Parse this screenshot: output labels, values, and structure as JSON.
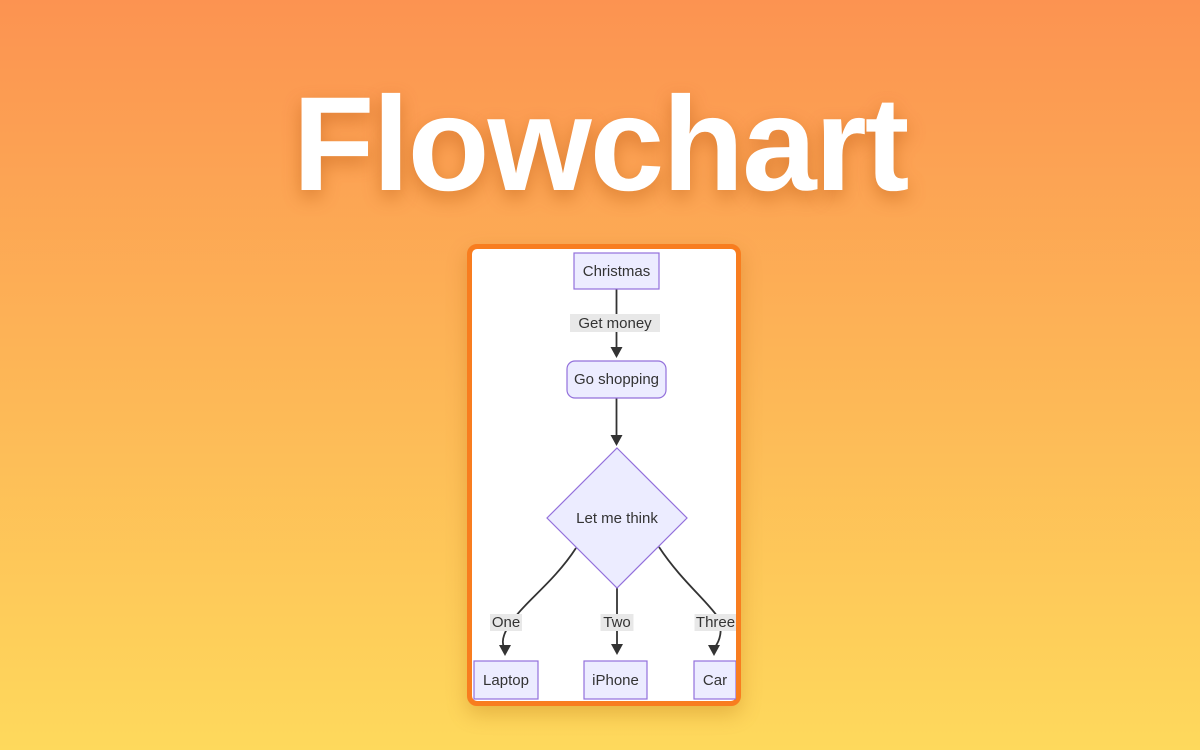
{
  "title": "Flowchart",
  "colors": {
    "bg_top": "#fc9351",
    "bg_bottom": "#fed95c",
    "title_color": "#ffffff",
    "card_bg": "#ffffff",
    "card_border": "#f87d1f",
    "node_fill": "#ececff",
    "node_border": "#9370db",
    "edge_color": "#333333",
    "edge_label_bg": "#e8e8e8",
    "text_color": "#333333"
  },
  "flowchart": {
    "type": "flowchart-top-down",
    "nodes": [
      {
        "id": "christmas",
        "label": "Christmas",
        "shape": "rectangle"
      },
      {
        "id": "go-shopping",
        "label": "Go shopping",
        "shape": "rounded-rectangle"
      },
      {
        "id": "let-me-think",
        "label": "Let me think",
        "shape": "diamond"
      },
      {
        "id": "laptop",
        "label": "Laptop",
        "shape": "rectangle"
      },
      {
        "id": "iphone",
        "label": "iPhone",
        "shape": "rectangle"
      },
      {
        "id": "car",
        "label": "Car",
        "shape": "rectangle"
      }
    ],
    "edges": [
      {
        "from": "christmas",
        "to": "go-shopping",
        "label": "Get money"
      },
      {
        "from": "go-shopping",
        "to": "let-me-think",
        "label": ""
      },
      {
        "from": "let-me-think",
        "to": "laptop",
        "label": "One"
      },
      {
        "from": "let-me-think",
        "to": "iphone",
        "label": "Two"
      },
      {
        "from": "let-me-think",
        "to": "car",
        "label": "Three"
      }
    ]
  }
}
